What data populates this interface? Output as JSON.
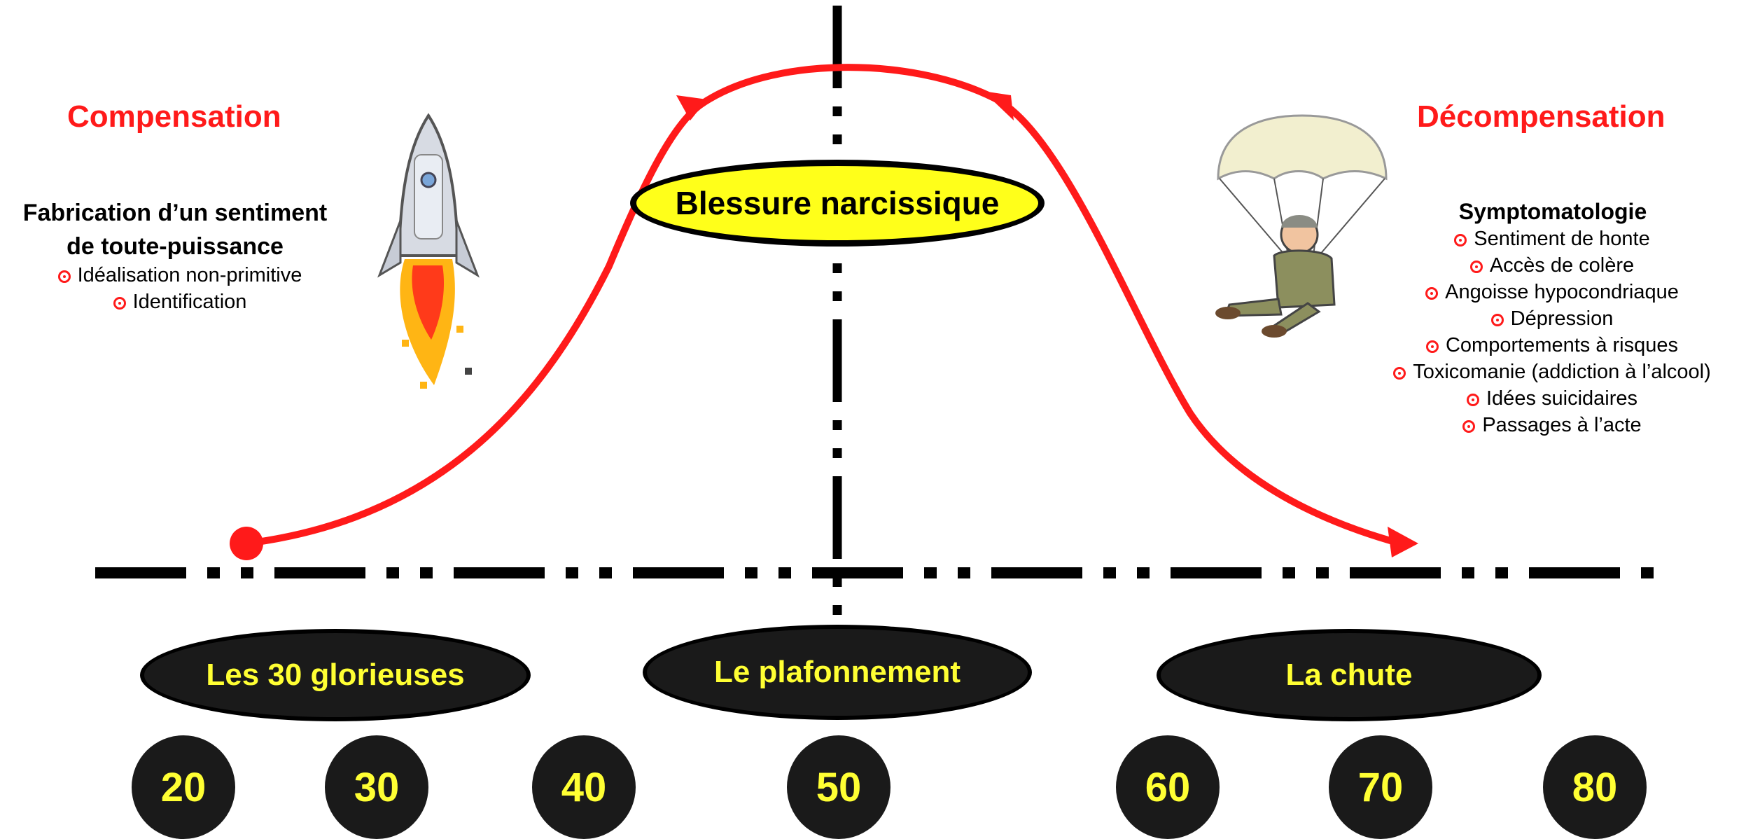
{
  "left_block": {
    "heading": "Compensation",
    "subheading_line1": "Fabrication d’un sentiment",
    "subheading_line2": "de toute-puissance",
    "items": [
      "Idéalisation non-primitive",
      "Identification"
    ]
  },
  "right_block": {
    "heading": "Décompensation",
    "subheading": "Symptomatologie",
    "items": [
      "Sentiment de honte",
      "Accès de colère",
      "Angoisse hypocondriaque",
      "Dépression",
      "Comportements à risques",
      "Toxicomanie (addiction à l’alcool)",
      "Idées suicidaires",
      "Passages à l’acte"
    ]
  },
  "central_label": "Blessure narcissique",
  "phases": [
    "Les 30 glorieuses",
    "Le plafonnement",
    "La chute"
  ],
  "ages": [
    "20",
    "30",
    "40",
    "50",
    "60",
    "70",
    "80"
  ],
  "icons": {
    "rocket": "rocket-icon",
    "parachutist": "parachutist-icon",
    "bullet": "target-bullet-icon"
  },
  "colors": {
    "curve": "#ff1a1a",
    "heading": "#ff1a1a",
    "label_text": "#ffff33",
    "central_fill": "#ffff1a",
    "dark": "#1a1a1a"
  }
}
